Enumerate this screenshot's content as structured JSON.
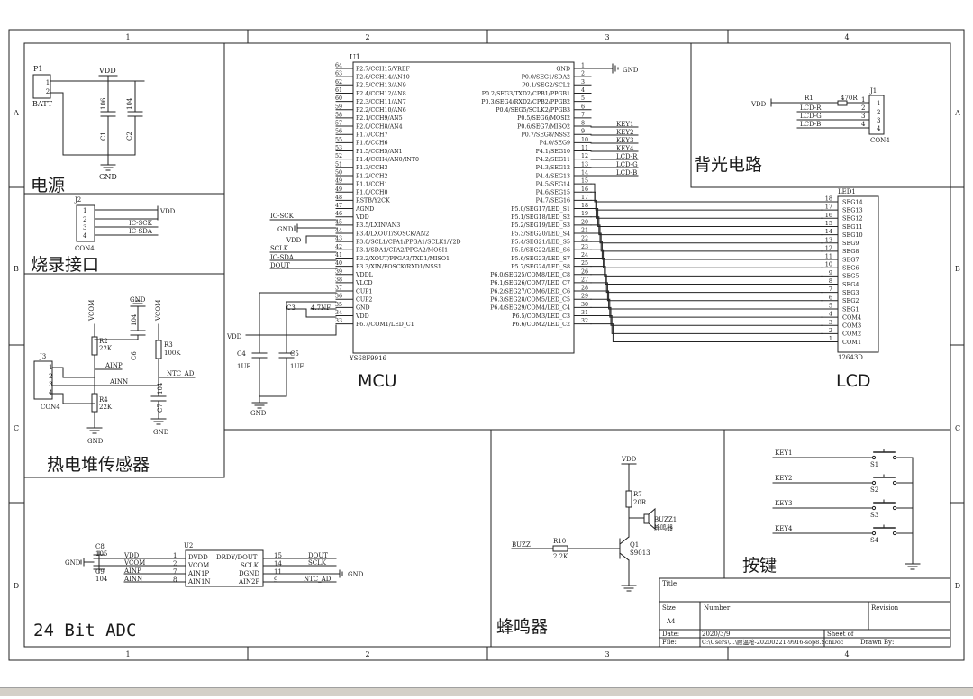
{
  "frame": {
    "cols_top": [
      "1",
      "2",
      "3",
      "4"
    ],
    "cols_bottom": [
      "1",
      "2",
      "3",
      "4"
    ],
    "rows_left": [
      "A",
      "B",
      "C",
      "D"
    ],
    "rows_right": [
      "A",
      "B",
      "C",
      "D"
    ]
  },
  "sections": {
    "power": "电源",
    "programming": "烧录接口",
    "thermopile": "热电堆传感器",
    "adc": "24 Bit  ADC",
    "mcu": "MCU",
    "lcd": "LCD",
    "backlight": "背光电路",
    "buzzer": "蜂鸣器",
    "keys": "按键"
  },
  "power": {
    "p1_ref": "P1",
    "p1_value": "BATT",
    "p1_pins": [
      "1",
      "2"
    ],
    "vdd": "VDD",
    "gnd": "GND",
    "c1_ref": "C1",
    "c1_value": "106",
    "c2_ref": "C2",
    "c2_value": "104"
  },
  "programming": {
    "ref": "J2",
    "value": "CON4",
    "pins": [
      "1",
      "2",
      "3",
      "4"
    ],
    "nets": [
      "VDD",
      "IC-SCK",
      "IC-SDA"
    ]
  },
  "thermopile": {
    "j3_ref": "J3",
    "j3_value": "CON4",
    "pins": [
      "1",
      "2",
      "3",
      "4"
    ],
    "vcom": "VCOM",
    "gnd": "GND",
    "r2_ref": "R2",
    "r2_value": "22K",
    "r3_ref": "R3",
    "r3_value": "100K",
    "r4_ref": "R4",
    "r4_value": "22K",
    "c6_ref": "C6",
    "c6_value": "104",
    "c7_ref": "C7",
    "c7_value": "104",
    "ainp": "AINP",
    "ainn": "AINN",
    "ntc": "NTC_AD"
  },
  "mcu": {
    "ref": "U1",
    "value": "YS68F9916",
    "left_pins": [
      {
        "num": "64",
        "name": "P2.7/CCH15/VREF"
      },
      {
        "num": "63",
        "name": "P2.6/CCH14/AN10"
      },
      {
        "num": "62",
        "name": "P2.5/CCH13/AN9"
      },
      {
        "num": "61",
        "name": "P2.4/CCH12/AN8"
      },
      {
        "num": "60",
        "name": "P2.3/CCH11/AN7"
      },
      {
        "num": "59",
        "name": "P2.2/CCH10/AN6"
      },
      {
        "num": "58",
        "name": "P2.1/CCH9/AN5"
      },
      {
        "num": "57",
        "name": "P2.0/CCH8/AN4"
      },
      {
        "num": "56",
        "name": "P1.7/CCH7"
      },
      {
        "num": "55",
        "name": "P1.6/CCH6"
      },
      {
        "num": "53",
        "name": "P1.5/CCH5/AN1"
      },
      {
        "num": "52",
        "name": "P1.4/CCH4/AN0/INT0"
      },
      {
        "num": "51",
        "name": "P1.3/CCH3"
      },
      {
        "num": "50",
        "name": "P1.2/CCH2"
      },
      {
        "num": "49",
        "name": "P1.1/CCH1"
      },
      {
        "num": "49",
        "name": "P1.0/CCH0"
      },
      {
        "num": "48",
        "name": "RSTB/Y2CK"
      },
      {
        "num": "47",
        "name": "AGND"
      },
      {
        "num": "46",
        "name": "VDD"
      },
      {
        "num": "45",
        "name": "P3.5/LXIN/AN3"
      },
      {
        "num": "44",
        "name": "P3.4/LXOUT/SOSCK/AN2"
      },
      {
        "num": "43",
        "name": "P3.0/SCL1/CPA1/PPGA1/SCLK1/Y2D"
      },
      {
        "num": "42",
        "name": "P3.1/SDA1/CPA2/PPGA2/MOSI1"
      },
      {
        "num": "41",
        "name": "P3.2/XOUT/PPGA3/TXD1/MISO1"
      },
      {
        "num": "40",
        "name": "P3.3/XIN/FOSCK/RXD1/NSS1"
      },
      {
        "num": "39",
        "name": "VDDL"
      },
      {
        "num": "38",
        "name": "VLCD"
      },
      {
        "num": "37",
        "name": "CUP1"
      },
      {
        "num": "36",
        "name": "CUP2"
      },
      {
        "num": "35",
        "name": "GND"
      },
      {
        "num": "34",
        "name": "VDD"
      },
      {
        "num": "33",
        "name": "P6.7/COM1/LED_C1"
      }
    ],
    "right_pins": [
      {
        "num": "1",
        "name": "GND"
      },
      {
        "num": "2",
        "name": "P0.0/SEG1/SDA2"
      },
      {
        "num": "3",
        "name": "P0.1/SEG2/SCL2"
      },
      {
        "num": "4",
        "name": "P0.2/SEG3/TXD2/CPB1/PPGB1"
      },
      {
        "num": "5",
        "name": "P0.3/SEG4/RXD2/CPB2/PPGB2"
      },
      {
        "num": "6",
        "name": "P0.4/SEG5/SCLK2/PPGB3"
      },
      {
        "num": "7",
        "name": "P0.5/SEG6/MOSI2"
      },
      {
        "num": "8",
        "name": "P0.6/SEG7/MISO2"
      },
      {
        "num": "9",
        "name": "P0.7/SEG8/NSS2"
      },
      {
        "num": "10",
        "name": "P4.0/SEG9"
      },
      {
        "num": "11",
        "name": "P4.1/SEG10"
      },
      {
        "num": "12",
        "name": "P4.2/SEG11"
      },
      {
        "num": "13",
        "name": "P4.3/SEG12"
      },
      {
        "num": "14",
        "name": "P4.4/SEG13"
      },
      {
        "num": "15",
        "name": "P4.5/SEG14"
      },
      {
        "num": "16",
        "name": "P4.6/SEG15"
      },
      {
        "num": "17",
        "name": "P4.7/SEG16"
      },
      {
        "num": "18",
        "name": "P5.0/SEG17/LED_S1"
      },
      {
        "num": "19",
        "name": "P5.1/SEG18/LED_S2"
      },
      {
        "num": "20",
        "name": "P5.2/SEG19/LED_S3"
      },
      {
        "num": "21",
        "name": "P5.3/SEG20/LED_S4"
      },
      {
        "num": "22",
        "name": "P5.4/SEG21/LED_S5"
      },
      {
        "num": "23",
        "name": "P5.5/SEG22/LED_S6"
      },
      {
        "num": "24",
        "name": "P5.6/SEG23/LED_S7"
      },
      {
        "num": "25",
        "name": "P5.7/SEG24/LED_S8"
      },
      {
        "num": "26",
        "name": "P6.0/SEG25/COM8/LED_C8"
      },
      {
        "num": "27",
        "name": "P6.1/SEG26/COM7/LED_C7"
      },
      {
        "num": "28",
        "name": "P6.2/SEG27/COM6/LED_C6"
      },
      {
        "num": "29",
        "name": "P6.3/SEG28/COM5/LED_C5"
      },
      {
        "num": "30",
        "name": "P6.4/SEG29/COM4/LED_C4"
      },
      {
        "num": "31",
        "name": "P6.5/COM3/LED_C3"
      },
      {
        "num": "32",
        "name": "P6.6/COM2/LED_C2"
      }
    ],
    "nets_right": [
      "GND",
      "KEY1",
      "KEY2",
      "KEY3",
      "KEY4",
      "LCD-R",
      "LCD-G",
      "LCD-B"
    ],
    "nets_left": [
      "IC-SCK",
      "GND",
      "VDD",
      "SCLK",
      "IC-SDA",
      "DOUT",
      "VDD"
    ],
    "c3_ref": "C3",
    "c3_value": "4.7NF",
    "c4_ref": "C4",
    "c4_value": "1UF",
    "c5_ref": "C5",
    "c5_value": "1UF",
    "gnd": "GND"
  },
  "lcd": {
    "ref": "LED1",
    "value": "12643D",
    "pins": [
      {
        "num": "18",
        "name": "SEG14"
      },
      {
        "num": "17",
        "name": "SEG13"
      },
      {
        "num": "16",
        "name": "SEG12"
      },
      {
        "num": "15",
        "name": "SEG11"
      },
      {
        "num": "14",
        "name": "SEG10"
      },
      {
        "num": "13",
        "name": "SEG9"
      },
      {
        "num": "12",
        "name": "SEG8"
      },
      {
        "num": "11",
        "name": "SEG7"
      },
      {
        "num": "10",
        "name": "SEG6"
      },
      {
        "num": "9",
        "name": "SEG5"
      },
      {
        "num": "8",
        "name": "SEG4"
      },
      {
        "num": "7",
        "name": "SEG3"
      },
      {
        "num": "6",
        "name": "SEG2"
      },
      {
        "num": "5",
        "name": "SEG1"
      },
      {
        "num": "4",
        "name": "COM4"
      },
      {
        "num": "3",
        "name": "COM3"
      },
      {
        "num": "2",
        "name": "COM2"
      },
      {
        "num": "1",
        "name": "COM1"
      }
    ]
  },
  "backlight": {
    "vdd": "VDD",
    "r1_ref": "R1",
    "r1_value": "470R",
    "j1_ref": "J1",
    "j1_value": "CON4",
    "pins": [
      "1",
      "2",
      "3",
      "4"
    ],
    "nets": [
      "LCD-R",
      "LCD-G",
      "LCD-B"
    ]
  },
  "adc": {
    "u2_ref": "U2",
    "left_pins": [
      {
        "num": "1",
        "name": "DVDD"
      },
      {
        "num": "2",
        "name": "VCOM"
      },
      {
        "num": "7",
        "name": "AIN1P"
      },
      {
        "num": "8",
        "name": "AIN1N"
      }
    ],
    "right_pins": [
      {
        "num": "15",
        "name": "DRDY/DOUT"
      },
      {
        "num": "14",
        "name": "SCLK"
      },
      {
        "num": "11",
        "name": "DGND"
      },
      {
        "num": "9",
        "name": "AIN2P"
      }
    ],
    "left_nets": [
      "VDD",
      "VCOM",
      "AINP",
      "AINN"
    ],
    "right_nets": [
      "DOUT",
      "SCLK",
      "NTC_AD"
    ],
    "c8_ref": "C8",
    "c8_value": "105",
    "c9_ref": "C9",
    "c9_value": "104",
    "gnd": "GND"
  },
  "buzzer": {
    "vdd": "VDD",
    "r7_ref": "R7",
    "r7_value": "20R",
    "buzz_ref": "BUZZ1",
    "buzz_value": "蜂鸣器",
    "net": "BUZZ",
    "r10_ref": "R10",
    "r10_value": "2.2K",
    "q1_ref": "Q1",
    "q1_value": "S9013"
  },
  "keys": {
    "items": [
      {
        "net": "KEY1",
        "ref": "S1"
      },
      {
        "net": "KEY2",
        "ref": "S2"
      },
      {
        "net": "KEY3",
        "ref": "S3"
      },
      {
        "net": "KEY4",
        "ref": "S4"
      }
    ]
  },
  "title_block": {
    "title_label": "Title",
    "size_label": "Size",
    "size_value": "A4",
    "number_label": "Number",
    "revision_label": "Revision",
    "date_label": "Date:",
    "date_value": "2020/3/9",
    "file_label": "File:",
    "file_value": "C:\\Users\\...\\顾温枪-20200221-9916-sop8.SchDoc",
    "sheet_label": "Sheet   of",
    "drawn_label": "Drawn By:"
  }
}
